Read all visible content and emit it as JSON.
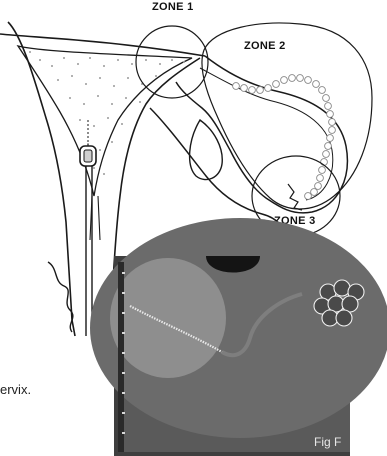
{
  "zones": {
    "zone1": "ZONE 1",
    "zone2": "ZONE 2",
    "zone3": "ZONE 3"
  },
  "caption_fragment": "ervix.",
  "ultrasound": {
    "figure_label": "Fig F"
  },
  "colors": {
    "line": "#1a1a1a",
    "ultrasound_bg": "#4a4a4a",
    "ultrasound_field": "#6b6b6b",
    "label_text": "#111111"
  }
}
